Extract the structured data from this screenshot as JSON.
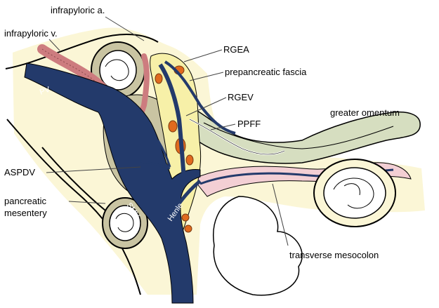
{
  "labels": {
    "infrapyloric_a": "infrapyloric a.",
    "infrapyloric_v": "infrapyloric v.",
    "rgea": "RGEA",
    "prepancreatic_fascia": "prepancreatic fascia",
    "rgev": "RGEV",
    "ppff": "PPFF",
    "greater_omentum": "greater omentum",
    "aspdv": "ASPDV",
    "pancreatic": "pancreatic",
    "mesentery": "mesentery",
    "transverse_mesocolon": "transverse mesocolon",
    "pv": "PV",
    "smv": "SMV",
    "henle": "Henle"
  },
  "colors": {
    "vein": "#233a6b",
    "pancreas": "#c9c4a2",
    "fat": "#f7f0a8",
    "mesocolon": "#f3cfd4",
    "omentum": "#d6dec0",
    "lymph": "#e06a1e",
    "artery": "#cd7c7f",
    "pale_yellow": "#fbf6d6"
  }
}
